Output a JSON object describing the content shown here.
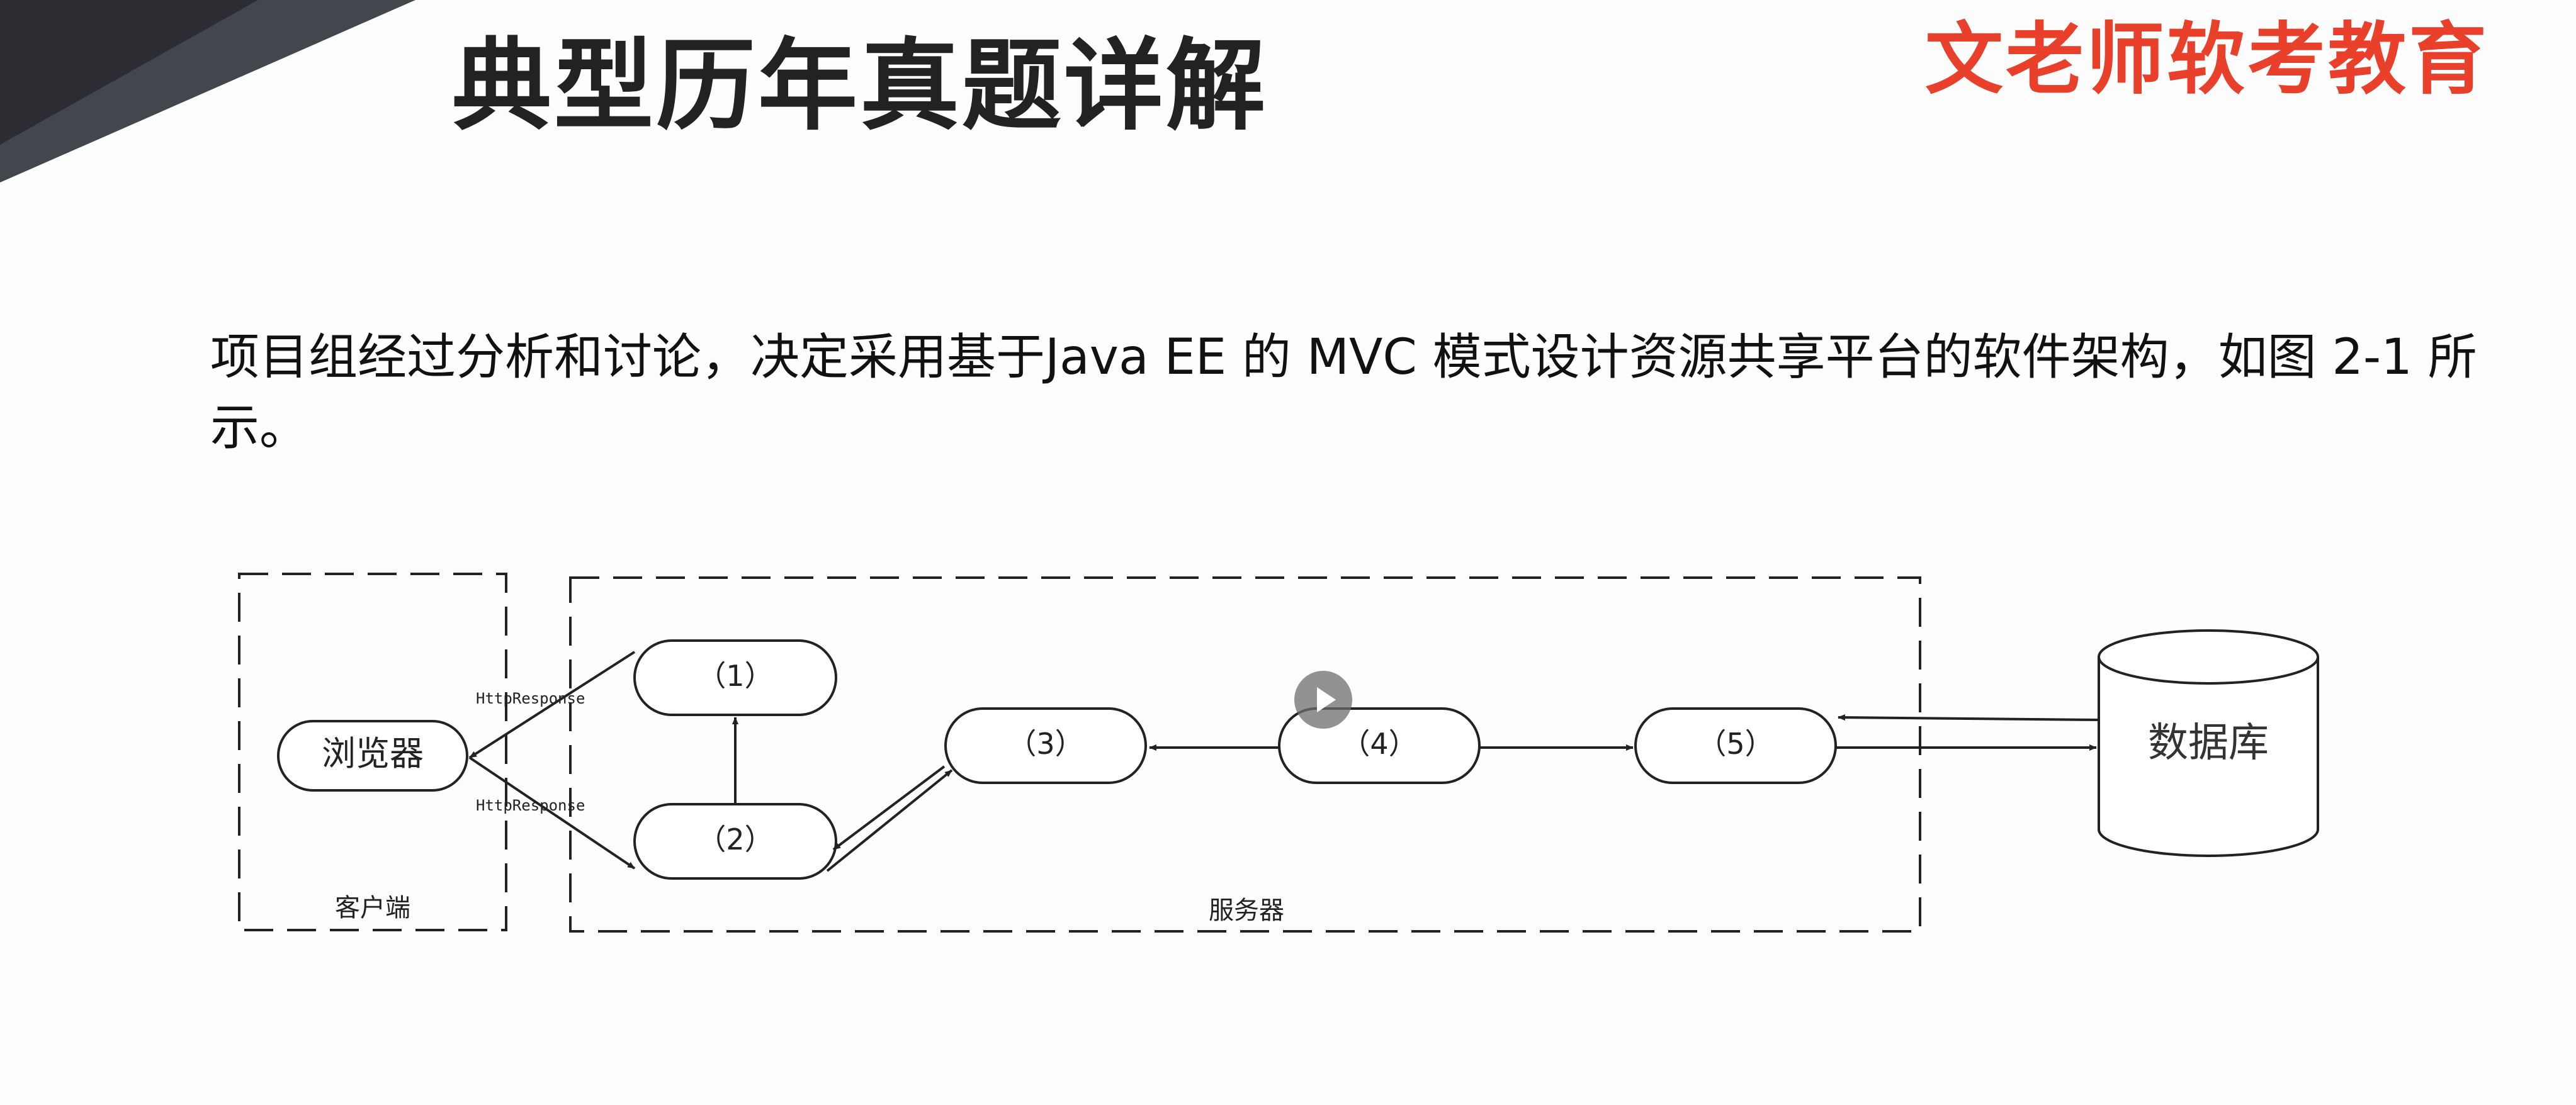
{
  "slide": {
    "title": "典型历年真题详解",
    "brand": "文老师软考教育",
    "description": "项目组经过分析和讨论，决定采用基于Java EE 的 MVC 模式设计资源共享平台的软件架构，如图 2-1 所示。"
  },
  "diagram": {
    "client_group_label": "客户端",
    "server_group_label": "服务器",
    "browser_label": "浏览器",
    "database_label": "数据库",
    "nodes": [
      "（1）",
      "（2）",
      "（3）",
      "（4）",
      "（5）"
    ],
    "edge_labels": [
      "HttpResponse",
      "HttpResponse"
    ]
  },
  "colors": {
    "brand": "#e8402a",
    "corner_dark": "#2b2d33",
    "corner_mid": "#44464d",
    "line": "#222222"
  },
  "icons": [
    "play-icon"
  ]
}
